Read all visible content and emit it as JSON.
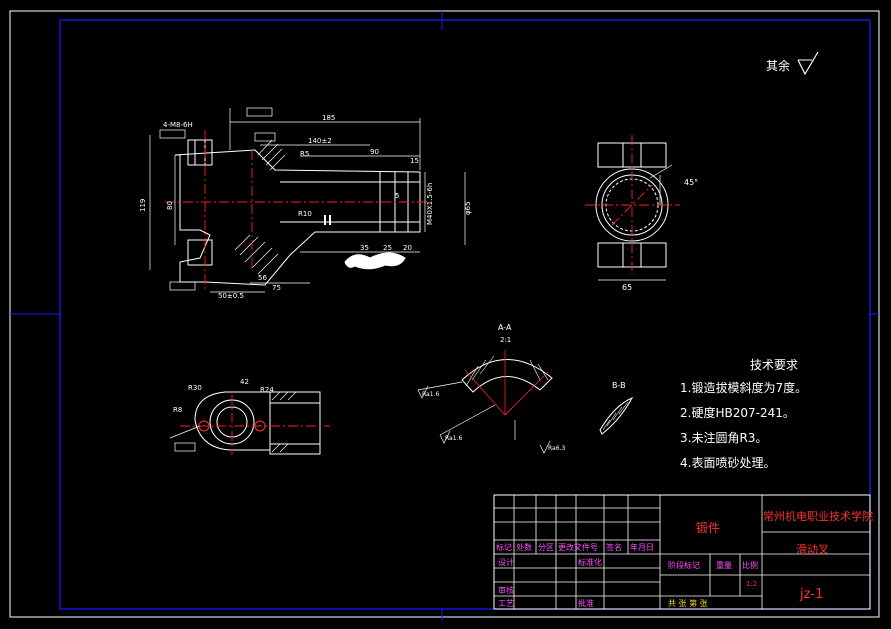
{
  "roughness_note": "其余",
  "dimensions": {
    "d185": "185",
    "d140": "140±2",
    "d90": "90",
    "d119": "119",
    "d80": "80",
    "d56": "56",
    "d75": "75",
    "d50": "50±0.5",
    "d65": "65",
    "dphi65": "φ65",
    "dM40": "M40X1.5-6h",
    "d35": "35",
    "d25": "25",
    "d20": "20",
    "d45deg": "45°",
    "d42": "42",
    "dR5": "R5",
    "dR10": "R10",
    "dR30": "R30",
    "dR8": "R8",
    "dR24": "R24",
    "d4M8": "4-M8-6H",
    "d15": "15",
    "d5": "5",
    "dRa16": "Ra1.6",
    "dRa63": "Ra6.3"
  },
  "section_labels": {
    "aa": "A-A",
    "aa_scale": "2:1",
    "bb": "B-B"
  },
  "tech_requirements": {
    "title": "技术要求",
    "items": [
      "1.锻造拔模斜度为7度。",
      "2.硬度HB207-241。",
      "3.未注圆角R3。",
      "4.表面喷砂处理。"
    ]
  },
  "title_block": {
    "part_type": "锻件",
    "school": "常州机电职业技术学院",
    "part_name": "滑动叉",
    "drawing_no": "jz-1",
    "scale_value": "1:2",
    "headers": [
      "标记",
      "处数",
      "分区",
      "更改文件号",
      "签名",
      "年月日"
    ],
    "labels": {
      "design": "设计",
      "standardize": "标准化",
      "stage_mark": "阶段标记",
      "weight": "重量",
      "scale": "比例",
      "review": "审核",
      "process": "工艺",
      "approve": "批准",
      "sheet_info": "共 张 第 张"
    }
  },
  "colors": {
    "background": "#000000",
    "lines": "#ffffff",
    "frame": "#1a1aff",
    "center": "#ff2020",
    "dimension": "#ffffff",
    "title_mag": "#ff4fff",
    "title_red": "#ff3030",
    "title_yel": "#ffd23a"
  }
}
